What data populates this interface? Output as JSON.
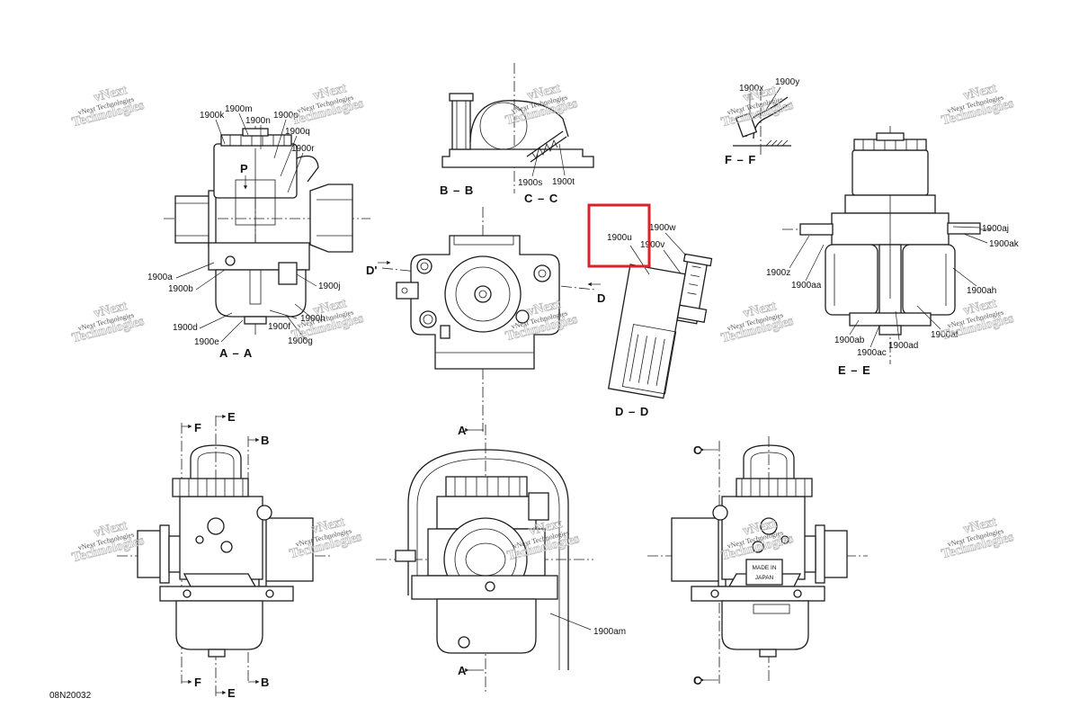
{
  "document": {
    "code": "08N20032"
  },
  "colors": {
    "line": "#1c1c1c",
    "highlight": "#d9222a",
    "watermark_outline": "#bdbdbd",
    "watermark_text": "#555555"
  },
  "watermark": {
    "line1": "vNext",
    "line2": "Technologies",
    "small": "vNext Technologies"
  },
  "view_aa": {
    "title": "A – A",
    "marker": "P",
    "callouts": [
      "1900k",
      "1900m",
      "1900n",
      "1900p",
      "1900q",
      "1900r",
      "1900a",
      "1900b",
      "1900j",
      "1900d",
      "1900h",
      "1900f",
      "1900e",
      "1900g"
    ]
  },
  "view_bb": {
    "title": "B – B"
  },
  "view_cc": {
    "title": "C – C",
    "callouts": [
      "1900s",
      "1900t"
    ]
  },
  "view_ff": {
    "title": "F – F",
    "callouts": [
      "1900x",
      "1900y"
    ]
  },
  "view_top": {
    "section_start": "D'",
    "section_end": "D"
  },
  "view_dd": {
    "title": "D – D",
    "callouts": [
      "1900u",
      "1900w",
      "1900v"
    ]
  },
  "view_ee": {
    "title": "E – E",
    "callouts": [
      "1900aj",
      "1900ak",
      "1900z",
      "1900aa",
      "1900ah",
      "1900ab",
      "1900ac",
      "1900ad",
      "1900af"
    ]
  },
  "view_side_left": {
    "section_f": "F",
    "section_e": "E",
    "section_b": "B"
  },
  "view_front": {
    "section_a": "A",
    "callouts": [
      "1900am"
    ]
  },
  "view_side_right": {
    "section_c": "C",
    "plate": [
      "MADE IN",
      "JAPAN"
    ]
  }
}
